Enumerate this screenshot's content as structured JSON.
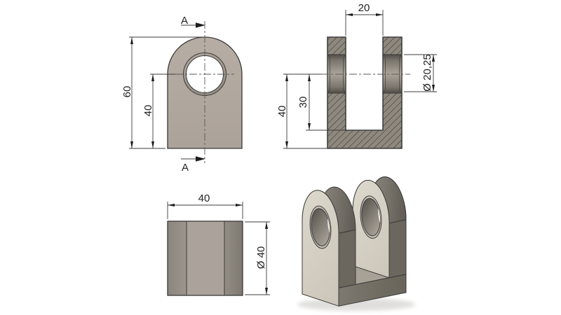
{
  "drawing": {
    "kind": "CAD engineering drawing of a clevis bracket",
    "views": [
      "front view with section line A-A",
      "section view A-A",
      "bottom view",
      "isometric view"
    ]
  },
  "labels": {
    "section_top": "A",
    "section_bottom": "A",
    "front_height": "60",
    "front_hole_center": "40",
    "sec_slot_width": "20",
    "sec_height": "40",
    "sec_slot_depth": "30",
    "sec_bore_dia": "Ø 20,25",
    "bottom_width": "40",
    "bottom_dia": "Ø 40"
  },
  "colors": {
    "background": "#ffffff",
    "outline": "#3a3a3a",
    "dim_line": "#3c3c3c",
    "text": "#222222",
    "face_front": "#b2a9a0",
    "ring_fill": "#a59c93",
    "section_wall": "#8e887e",
    "bore_band_mid": "#a9a299",
    "bottom_center": "#aba39b",
    "bottom_strip": "#8b857d",
    "iso_face": "#d9d3c7",
    "iso_band_dark": "#5f5b54",
    "iso_frame": "#6b665e",
    "iso_back": "#8d867d",
    "iso_floor": "#a8a197",
    "iso_ring": "#c7c0b4"
  }
}
